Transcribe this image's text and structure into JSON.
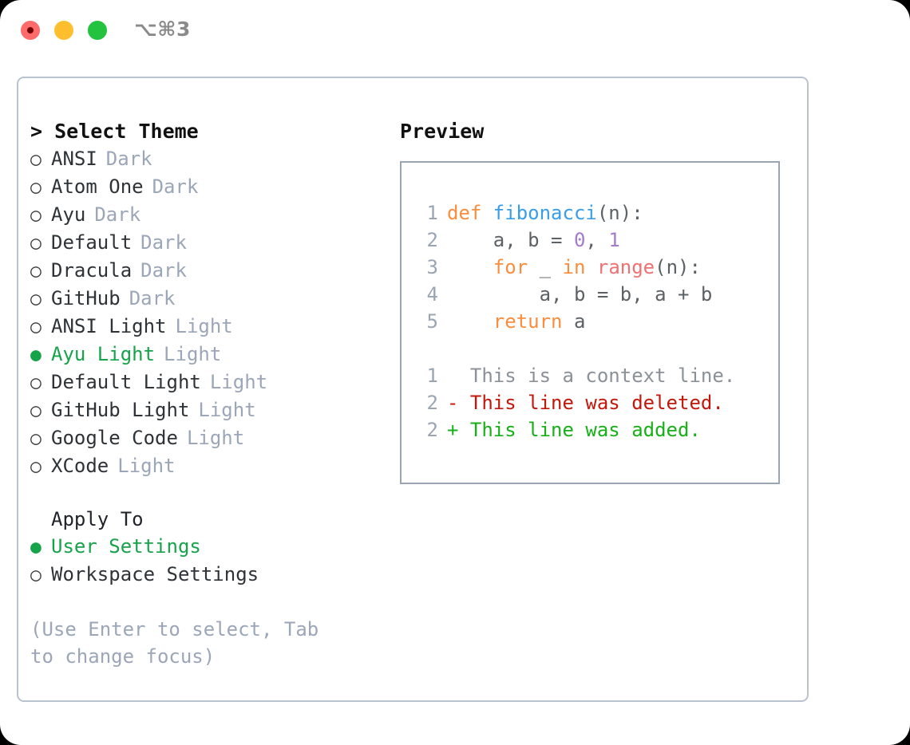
{
  "window": {
    "shortcut": "⌥⌘3",
    "traffic_lights": [
      "close-red",
      "minimize-yellow",
      "maximize-green"
    ]
  },
  "theme_panel": {
    "header": "> Select Theme",
    "items": [
      {
        "bullet": "○",
        "name": "ANSI",
        "variant": "Dark",
        "selected": false
      },
      {
        "bullet": "○",
        "name": "Atom One",
        "variant": "Dark",
        "selected": false
      },
      {
        "bullet": "○",
        "name": "Ayu",
        "variant": "Dark",
        "selected": false
      },
      {
        "bullet": "○",
        "name": "Default",
        "variant": "Dark",
        "selected": false
      },
      {
        "bullet": "○",
        "name": "Dracula",
        "variant": "Dark",
        "selected": false
      },
      {
        "bullet": "○",
        "name": "GitHub",
        "variant": "Dark",
        "selected": false
      },
      {
        "bullet": "○",
        "name": "ANSI Light",
        "variant": "Light",
        "selected": false
      },
      {
        "bullet": "●",
        "name": "Ayu Light",
        "variant": "Light",
        "selected": true
      },
      {
        "bullet": "○",
        "name": "Default Light",
        "variant": "Light",
        "selected": false
      },
      {
        "bullet": "○",
        "name": "GitHub Light",
        "variant": "Light",
        "selected": false
      },
      {
        "bullet": "○",
        "name": "Google Code",
        "variant": "Light",
        "selected": false
      },
      {
        "bullet": "○",
        "name": "XCode",
        "variant": "Light",
        "selected": false
      }
    ]
  },
  "apply_to": {
    "title": "Apply To",
    "options": [
      {
        "bullet": "●",
        "label": "User Settings",
        "selected": true
      },
      {
        "bullet": "○",
        "label": "Workspace Settings",
        "selected": false
      }
    ]
  },
  "hint": "(Use Enter to select, Tab to change focus)",
  "preview": {
    "title": "Preview",
    "code_lines": [
      {
        "number": "1",
        "tokens": [
          {
            "text": "def ",
            "cls": "tok-kw"
          },
          {
            "text": "fibonacci",
            "cls": "tok-fn"
          },
          {
            "text": "(n):",
            "cls": "tok-plain"
          }
        ]
      },
      {
        "number": "2",
        "tokens": [
          {
            "text": "    a, b = ",
            "cls": "tok-plain"
          },
          {
            "text": "0",
            "cls": "tok-num"
          },
          {
            "text": ", ",
            "cls": "tok-plain"
          },
          {
            "text": "1",
            "cls": "tok-num"
          }
        ]
      },
      {
        "number": "3",
        "tokens": [
          {
            "text": "    ",
            "cls": "tok-plain"
          },
          {
            "text": "for",
            "cls": "tok-kw"
          },
          {
            "text": " _ ",
            "cls": "tok-plain"
          },
          {
            "text": "in",
            "cls": "tok-kw"
          },
          {
            "text": " ",
            "cls": "tok-plain"
          },
          {
            "text": "range",
            "cls": "tok-builtin"
          },
          {
            "text": "(n):",
            "cls": "tok-plain"
          }
        ]
      },
      {
        "number": "4",
        "tokens": [
          {
            "text": "        a, b = b, a + b",
            "cls": "tok-plain"
          }
        ]
      },
      {
        "number": "5",
        "tokens": [
          {
            "text": "    ",
            "cls": "tok-plain"
          },
          {
            "text": "return",
            "cls": "tok-kw"
          },
          {
            "text": " a",
            "cls": "tok-plain"
          }
        ]
      }
    ],
    "diff_lines": [
      {
        "number": "1",
        "marker": "  ",
        "text": "This is a context line.",
        "kind": "context"
      },
      {
        "number": "2",
        "marker": "- ",
        "text": "This line was deleted.",
        "kind": "deleted"
      },
      {
        "number": "2",
        "marker": "+ ",
        "text": "This line was added.",
        "kind": "added"
      }
    ]
  },
  "colors": {
    "accent_green": "#16a34a",
    "muted_gray": "#9ba6b8",
    "keyword_orange": "#fa8d3e",
    "function_blue": "#399ee6",
    "number_purple": "#a37acc",
    "builtin_red": "#f07171",
    "diff_delete": "#c4170b",
    "diff_add": "#18b018",
    "border": "#b9c2cf"
  }
}
